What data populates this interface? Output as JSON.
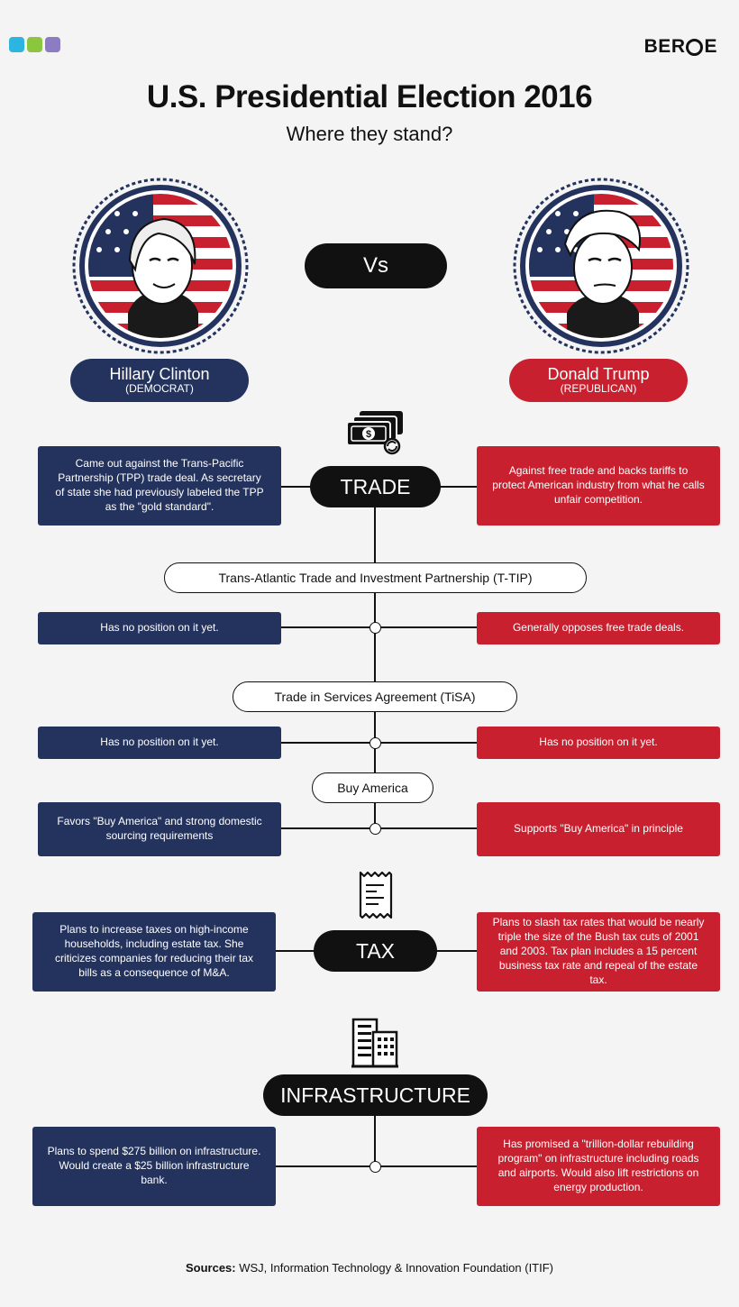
{
  "header": {
    "title": "U.S. Presidential Election 2016",
    "subtitle": "Where they stand?",
    "logo_left": "BER",
    "logo_right": "E",
    "dot_colors": [
      "#2bb5e0",
      "#8cc63f",
      "#8e7cc3"
    ]
  },
  "vs_label": "Vs",
  "candidates": {
    "left": {
      "name": "Hillary Clinton",
      "party": "(DEMOCRAT)",
      "color": "#24335e"
    },
    "right": {
      "name": "Donald Trump",
      "party": "(REPUBLICAN)",
      "color": "#c8202f"
    }
  },
  "trade": {
    "label": "TRADE",
    "clinton": "Came out against the Trans-Pacific Partnership (TPP) trade deal. As secretary of state she had previously labeled the TPP as the \"gold standard\".",
    "trump": "Against free trade and backs tariffs to protect American industry from what he calls unfair competition.",
    "subtopics": [
      {
        "label": "Trans-Atlantic Trade and Investment Partnership (T-TIP)",
        "clinton": "Has no position on it yet.",
        "trump": "Generally opposes free trade deals."
      },
      {
        "label": "Trade in Services Agreement (TiSA)",
        "clinton": "Has no position on it yet.",
        "trump": "Has no position on it yet."
      },
      {
        "label": "Buy America",
        "clinton": "Favors \"Buy America\" and strong domestic sourcing requirements",
        "trump": "Supports \"Buy America\" in principle"
      }
    ]
  },
  "tax": {
    "label": "TAX",
    "clinton": "Plans to increase taxes on high-income households, including estate tax. She criticizes companies for reducing their tax bills as a consequence of M&A.",
    "trump": "Plans to slash tax rates that would be nearly triple the size of the Bush tax cuts of 2001 and 2003. Tax plan includes a 15 percent business tax rate and repeal of the estate tax."
  },
  "infrastructure": {
    "label": "INFRASTRUCTURE",
    "clinton": "Plans to spend $275 billion on infrastructure. Would create a $25 billion infrastructure bank.",
    "trump": "Has promised a \"trillion-dollar rebuilding program\" on infrastructure including roads and airports. Would also lift restrictions on energy production."
  },
  "sources": {
    "label": "Sources:",
    "text": " WSJ, Information Technology & Innovation Foundation (ITIF)"
  }
}
